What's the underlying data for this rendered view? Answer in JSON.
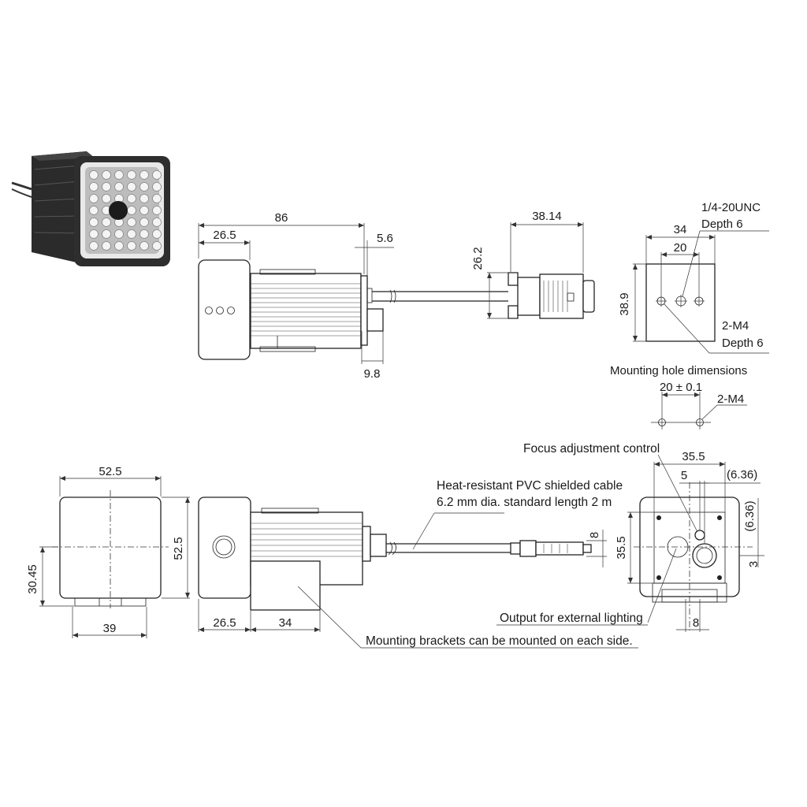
{
  "dims": {
    "top_overall": "86",
    "top_head": "26.5",
    "top_flange": "5.6",
    "top_connector_w": "9.8",
    "plug_len": "38.14",
    "plug_h": "26.2",
    "back_w": "34",
    "back_hole_pitch": "20",
    "back_h": "38.9",
    "front_w": "52.5",
    "front_h": "52.5",
    "front_center_h": "30.45",
    "front_bracket_w": "39",
    "side_head": "26.5",
    "side_bracket": "34",
    "side_cable_plug": "8",
    "rear_w": "35.5",
    "rear_focus": "5",
    "rear_offset_top": "(6.36)",
    "rear_offset_side": "(6.36)",
    "rear_h": "35.5",
    "rear_small": "3",
    "rear_bottom": "8"
  },
  "callouts": {
    "tripod_thread": "1/4-20UNC",
    "tripod_depth": "Depth 6",
    "m4_holes": "2-M4",
    "m4_depth": "Depth 6",
    "mounting_hole_title": "Mounting hole dimensions",
    "mounting_hole_pitch": "20 ± 0.1",
    "mounting_hole_m4": "2-M4",
    "focus_control": "Focus adjustment control",
    "cable_line1": "Heat-resistant PVC shielded cable",
    "cable_line2": "6.2 mm dia. standard length 2 m",
    "external_lighting": "Output for external lighting",
    "brackets_note": "Mounting brackets can be mounted on each side."
  },
  "colors": {
    "line": "#222222",
    "product_body": "#2b2b2b",
    "led_ring": "#e8e8e8"
  }
}
